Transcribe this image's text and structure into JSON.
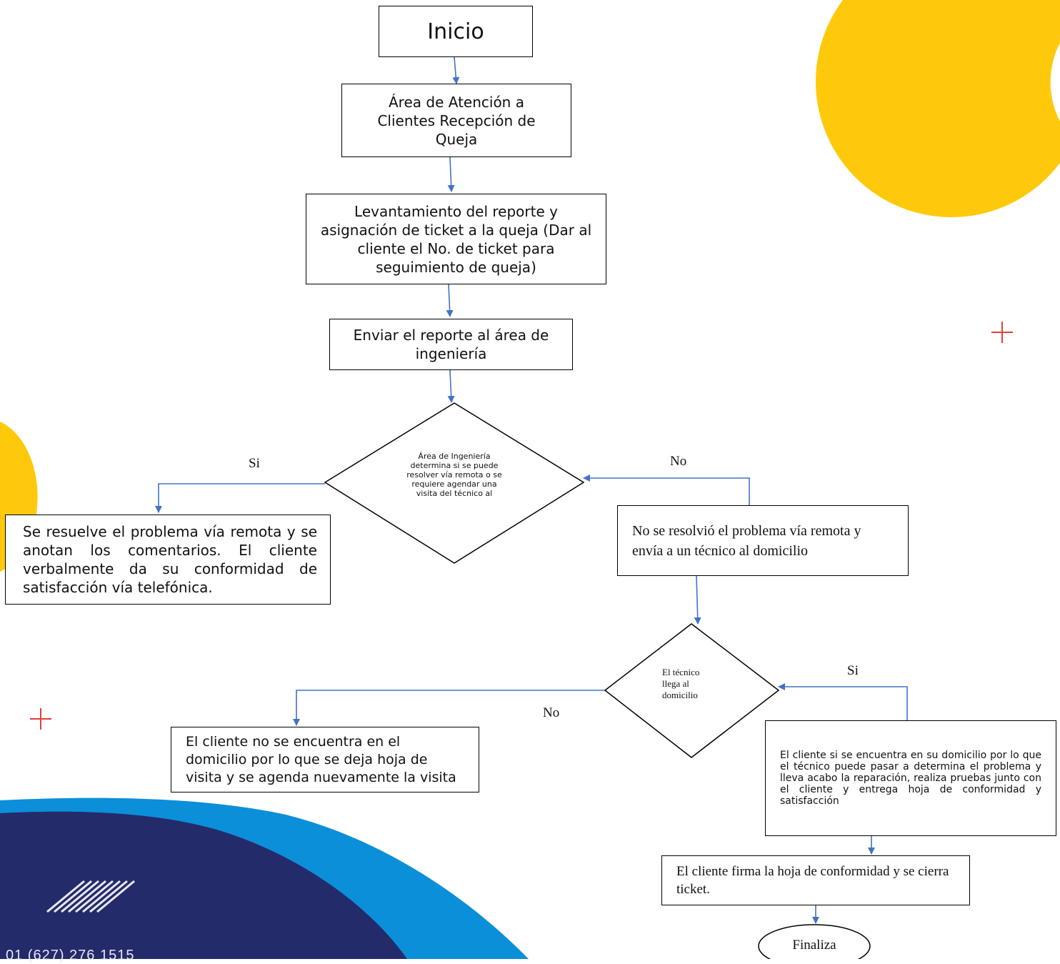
{
  "nodes": {
    "inicio": "Inicio",
    "atencion": "Área de Atención a Clientes Recepción de Queja",
    "levantamiento": "Levantamiento del reporte y asignación de ticket a la queja (Dar al cliente el No. de ticket para seguimiento de queja)",
    "enviar": "Enviar el reporte al área de ingeniería",
    "decision1": "Área de Ingeniería determina  si se puede resolver vía remota o se requiere agendar una visita del técnico al",
    "remota": "Se resuelve el problema vía remota y se anotan los comentarios. El cliente verbalmente da su conformidad de satisfacción vía telefónica.",
    "no_resolvio": "No se resolvió el problema vía remota y envía a un técnico al domicilio",
    "decision2": "El técnico llega al domicilio",
    "no_encuentra": "El cliente no se encuentra en el domicilio por lo que se deja hoja de visita y se agenda nuevamente la visita",
    "si_encuentra": "El cliente si se encuentra en su domicilio por lo que el técnico puede pasar a determina el problema y lleva acabo la reparación, realiza pruebas junto con el cliente y entrega hoja de conformidad y satisfacción",
    "firma": "El cliente firma la hoja de conformidad y se cierra ticket.",
    "finaliza": "Finaliza"
  },
  "edge_labels": {
    "si_1": "Si",
    "no_1": "No",
    "si_2": "Si",
    "no_2": "No"
  },
  "footer": {
    "phone": "01 (627) 276 1515"
  },
  "colors": {
    "connector": "#4472c4",
    "accent_yellow": "#ffc90b",
    "plus_red": "#e0403a",
    "navy": "#232b6b",
    "blue": "#0b8fd8"
  }
}
